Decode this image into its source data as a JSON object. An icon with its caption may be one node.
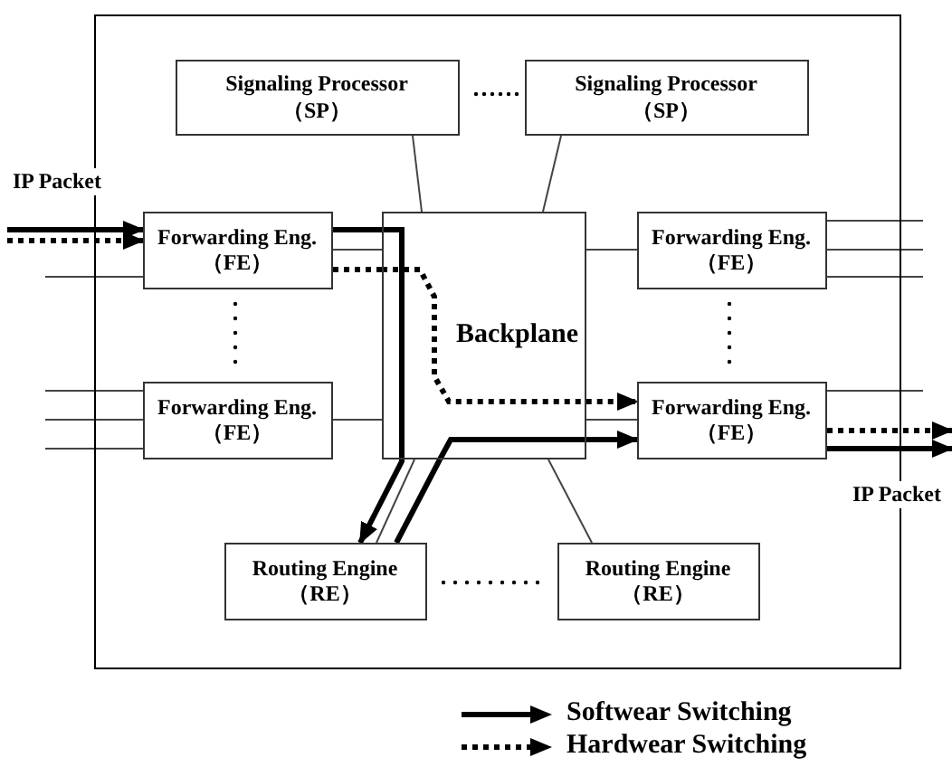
{
  "diagram": {
    "nodes": [
      {
        "text": [],
        "shape": "box"
      },
      {
        "text": [
          "Signaling Processor",
          "（SP）"
        ],
        "in": 0
      },
      {
        "text": [
          "Signaling Processor",
          "（SP）"
        ],
        "in": 0
      },
      {
        "text": [
          "Forwarding Eng.",
          "（FE）"
        ],
        "in": 0
      },
      {
        "text": [
          "Backplane"
        ],
        "in": 0
      },
      {
        "text": [
          "Forwarding Eng.",
          "（FE）"
        ],
        "in": 0
      },
      {
        "text": [
          "Forwarding Eng.",
          "（FE）"
        ],
        "in": 0
      },
      {
        "text": [
          "Forwarding Eng.",
          "（FE）"
        ],
        "in": 0
      },
      {
        "text": [
          "Routing Engine",
          "（RE）"
        ],
        "in": 0
      },
      {
        "text": [
          "Routing Engine",
          "（RE）"
        ],
        "in": 0
      }
    ],
    "edges": [
      {
        "from": 1,
        "to": 4,
        "arrow": "none"
      },
      {
        "from": 2,
        "to": 4,
        "arrow": "none"
      },
      {
        "from": 3,
        "to": 4,
        "arrow": "none"
      },
      {
        "from": 6,
        "to": 4,
        "arrow": "none"
      },
      {
        "from": 4,
        "to": 5,
        "arrow": "none"
      },
      {
        "from": 4,
        "to": 7,
        "arrow": "none"
      },
      {
        "from": 8,
        "to": 4,
        "arrow": "none"
      },
      {
        "from": 9,
        "to": 4,
        "arrow": "none"
      },
      {
        "from": null,
        "to": 3,
        "arrow": "none"
      },
      {
        "from": null,
        "to": 6,
        "arrow": "none"
      },
      {
        "from": null,
        "to": 6,
        "arrow": "none"
      },
      {
        "from": null,
        "to": 6,
        "arrow": "none"
      },
      {
        "from": 5,
        "to": null,
        "arrow": "none"
      },
      {
        "from": 5,
        "to": null,
        "arrow": "none"
      },
      {
        "from": 5,
        "to": null,
        "arrow": "none"
      },
      {
        "from": 7,
        "to": null,
        "arrow": "none"
      },
      {
        "from": null,
        "to": 3,
        "arrow": "to",
        "style": "thick"
      },
      {
        "from": 3,
        "to": 4,
        "arrow": "none",
        "style": "thick"
      },
      {
        "from": 4,
        "to": 8,
        "arrow": "to",
        "style": "thick"
      },
      {
        "from": 8,
        "to": 4,
        "arrow": "none",
        "style": "thick"
      },
      {
        "from": 4,
        "to": 7,
        "arrow": "to",
        "style": "thick"
      },
      {
        "from": 7,
        "to": null,
        "arrow": "to",
        "style": "thick"
      },
      {
        "from": null,
        "to": 3,
        "arrow": "to",
        "style": "dashed"
      },
      {
        "from": 3,
        "to": 4,
        "arrow": "none",
        "style": "dashed"
      },
      {
        "from": 4,
        "to": 7,
        "arrow": "to",
        "style": "dashed"
      },
      {
        "from": 7,
        "to": null,
        "arrow": "to",
        "style": "dashed"
      }
    ],
    "labels": [
      "IP Packet",
      "IP Packet"
    ],
    "legend": [
      {
        "text": "Softwear Switching"
      },
      {
        "text": "Hardwear Switching"
      }
    ]
  }
}
